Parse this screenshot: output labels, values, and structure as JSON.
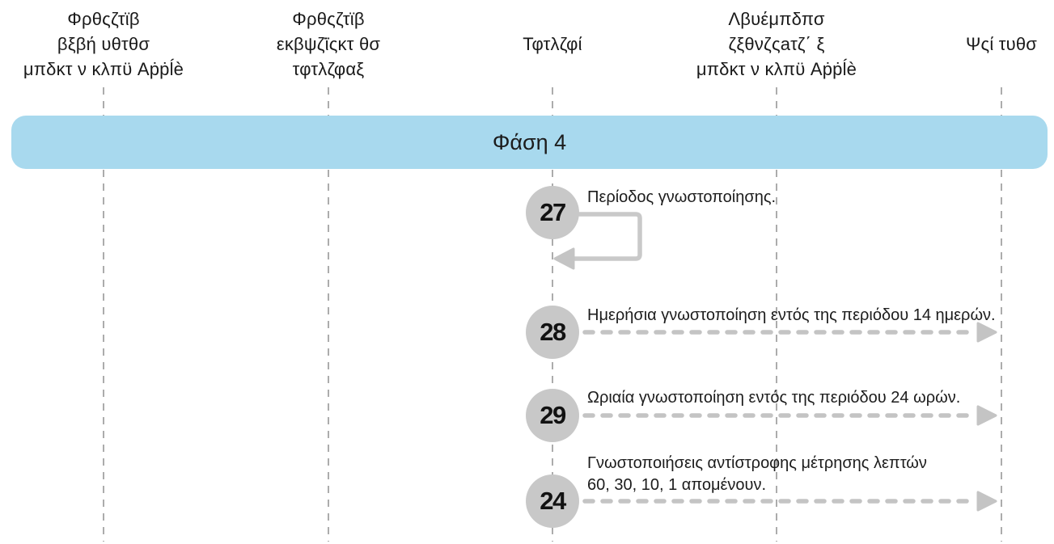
{
  "diagram": {
    "phase_label": "Φάση 4",
    "columns": [
      {
        "lines": [
          "Φρθςζτϊβ",
          "βξβή υθτθσ",
          "μπδκτ ν κλπϋ Aṗṗĺè"
        ]
      },
      {
        "lines": [
          "Φρθςζτϊβ",
          "εκβψζ̈ϊςκτ θσ",
          "τφτλζφαξ"
        ]
      },
      {
        "lines": [
          "Τφτλζφί"
        ]
      },
      {
        "lines": [
          "Λβυέμπδπσ",
          "ζξθνζςaτζ΄ ξ",
          "μπδκτ ν κλπϋ Aṗṗĺè"
        ]
      },
      {
        "lines": [
          "Ψςί τυθσ"
        ]
      }
    ],
    "events": [
      {
        "number": "27",
        "label": "Περίοδος γνωστοποίησης.",
        "arrow": "self-loop"
      },
      {
        "number": "28",
        "label": "Ημερήσια γνωστοποίηση εντός της περιόδου 14 ημερών.",
        "arrow": "dashed-right"
      },
      {
        "number": "29",
        "label": "Ωριαία γνωστοποίηση εντός της περιόδου 24 ωρών.",
        "arrow": "dashed-right"
      },
      {
        "number": "24",
        "label": "Γνωστοποιήσεις αντίστροφης μέτρησης λεπτών 60, 30, 10, 1 απομένουν.",
        "arrow": "dashed-right"
      }
    ],
    "colors": {
      "banner_bg": "#a8d9ee",
      "circle_fill": "#c8c8c8",
      "arrow_gray": "#c4c4c4",
      "lifeline_gray": "#acacac",
      "text": "#1c1c1c"
    }
  }
}
